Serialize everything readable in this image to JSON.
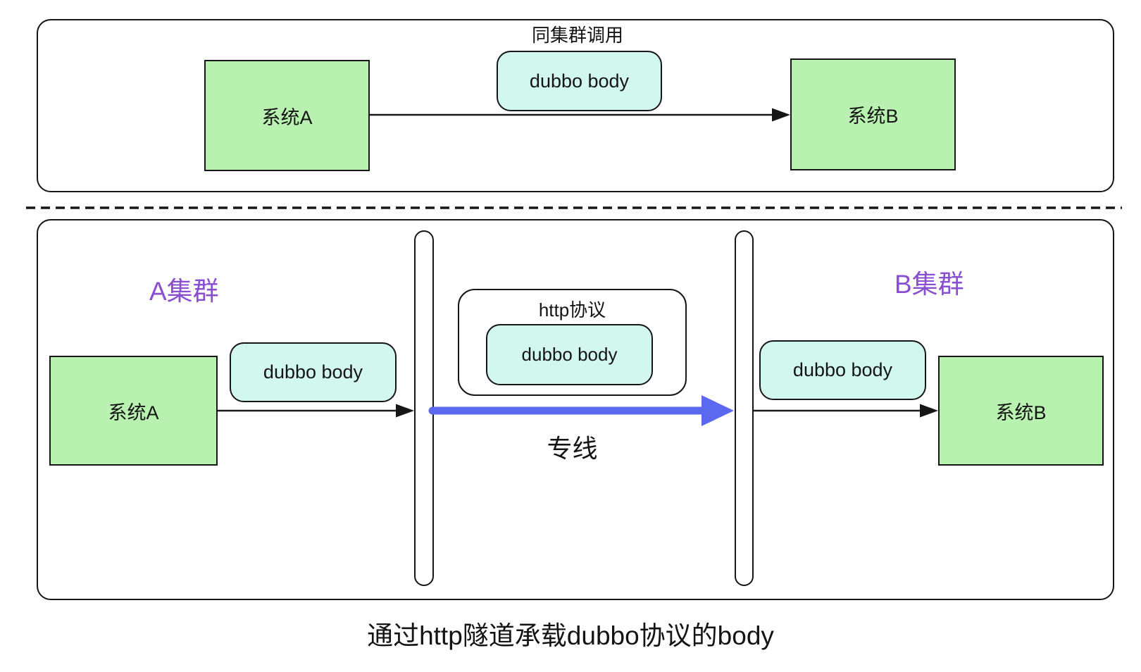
{
  "diagram": {
    "top_panel": {
      "title": "同集群调用",
      "system_a_label": "系统A",
      "system_b_label": "系统B",
      "payload_label": "dubbo body"
    },
    "bottom_panel": {
      "cluster_a_label": "A集群",
      "cluster_b_label": "B集群",
      "system_a_label": "系统A",
      "system_b_label": "系统B",
      "payload_left_label": "dubbo body",
      "http_box_title": "http协议",
      "http_payload_label": "dubbo body",
      "payload_right_label": "dubbo body",
      "dedicated_line_label": "专线"
    },
    "caption": "通过http隧道承载dubbo协议的body",
    "colors": {
      "system_box_green": "#b9f2b0",
      "payload_pill_cyan": "#d2f7ef",
      "cluster_text_purple": "#8a4fd0",
      "dedicated_line_blue": "#5b68f0",
      "stroke_black": "#161616"
    }
  }
}
